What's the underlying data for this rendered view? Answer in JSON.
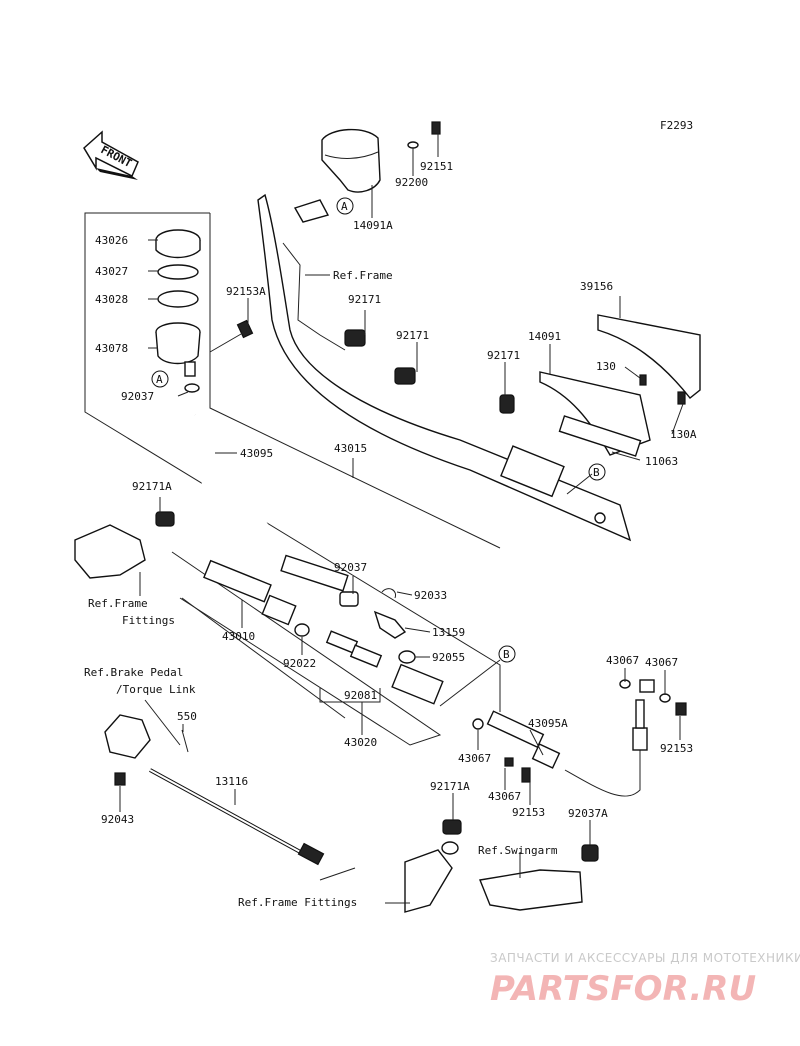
{
  "diagram_code": "F2293",
  "front_label": "FRONT",
  "markers": {
    "a": "A",
    "b": "B"
  },
  "parts": {
    "p92151": "92151",
    "p92200": "92200",
    "p14091A": "14091A",
    "refFrame": "Ref.Frame",
    "p43026": "43026",
    "p43027": "43027",
    "p43028": "43028",
    "p43078": "43078",
    "p92153A": "92153A",
    "p92037a": "92037",
    "p92171a": "92171",
    "p92171b": "92171",
    "p92171c": "92171",
    "p39156": "39156",
    "p14091": "14091",
    "p130": "130",
    "p130A": "130A",
    "p11063": "11063",
    "p43095": "43095",
    "p43015": "43015",
    "p92171A": "92171A",
    "refFrameFittings1": "Ref.Frame",
    "refFrameFittings2": "Fittings",
    "p92037b": "92037",
    "p92033": "92033",
    "p13159": "13159",
    "p92055": "92055",
    "p43010": "43010",
    "p92022": "92022",
    "p92081": "92081",
    "p43020": "43020",
    "refBrake1": "Ref.Brake Pedal",
    "refBrake2": "/Torque Link",
    "p550": "550",
    "p92043": "92043",
    "p13116": "13116",
    "p43067a": "43067",
    "p43067b": "43067",
    "p43067c": "43067",
    "p43067d": "43067",
    "p43095A": "43095A",
    "p92153a": "92153",
    "p92153b": "92153",
    "p92171Ab": "92171A",
    "p92037A": "92037A",
    "refSwingarm": "Ref.Swingarm",
    "refFrameFittings3": "Ref.Frame Fittings"
  },
  "watermark": {
    "tagline": "ЗАПЧАСТИ И АКСЕССУАРЫ ДЛЯ МОТОТЕХНИКИ",
    "logo": "PARTSFOR.RU"
  }
}
